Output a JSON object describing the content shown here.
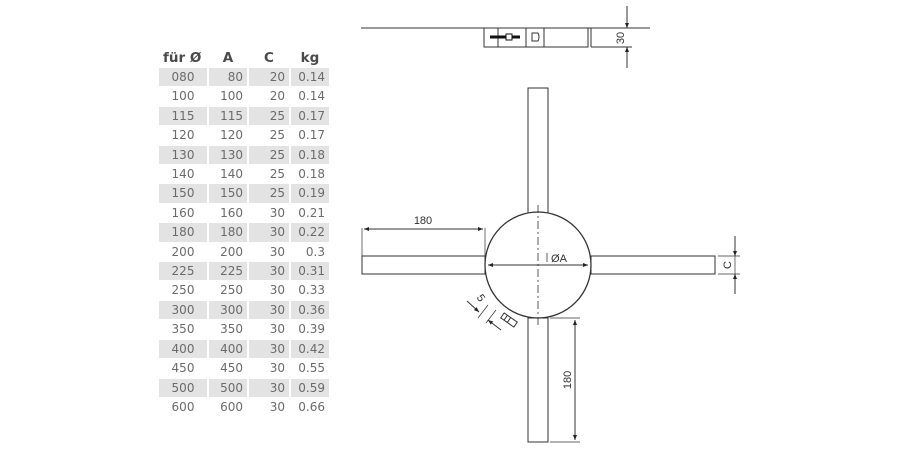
{
  "table": {
    "headers": {
      "diameter": "für Ø",
      "a": "A",
      "c": "C",
      "kg": "kg"
    },
    "rows": [
      {
        "diameter": "080",
        "a": "80",
        "c": "20",
        "kg": "0.14"
      },
      {
        "diameter": "100",
        "a": "100",
        "c": "20",
        "kg": "0.14"
      },
      {
        "diameter": "115",
        "a": "115",
        "c": "25",
        "kg": "0.17"
      },
      {
        "diameter": "120",
        "a": "120",
        "c": "25",
        "kg": "0.17"
      },
      {
        "diameter": "130",
        "a": "130",
        "c": "25",
        "kg": "0.18"
      },
      {
        "diameter": "140",
        "a": "140",
        "c": "25",
        "kg": "0.18"
      },
      {
        "diameter": "150",
        "a": "150",
        "c": "25",
        "kg": "0.19"
      },
      {
        "diameter": "160",
        "a": "160",
        "c": "30",
        "kg": "0.21"
      },
      {
        "diameter": "180",
        "a": "180",
        "c": "30",
        "kg": "0.22"
      },
      {
        "diameter": "200",
        "a": "200",
        "c": "30",
        "kg": "0.3"
      },
      {
        "diameter": "225",
        "a": "225",
        "c": "30",
        "kg": "0.31"
      },
      {
        "diameter": "250",
        "a": "250",
        "c": "30",
        "kg": "0.33"
      },
      {
        "diameter": "300",
        "a": "300",
        "c": "30",
        "kg": "0.36"
      },
      {
        "diameter": "350",
        "a": "350",
        "c": "30",
        "kg": "0.39"
      },
      {
        "diameter": "400",
        "a": "400",
        "c": "30",
        "kg": "0.42"
      },
      {
        "diameter": "450",
        "a": "450",
        "c": "30",
        "kg": "0.55"
      },
      {
        "diameter": "500",
        "a": "500",
        "c": "30",
        "kg": "0.59"
      },
      {
        "diameter": "600",
        "a": "600",
        "c": "30",
        "kg": "0.66"
      }
    ],
    "shaded_color": "#e3e3e3"
  },
  "drawing": {
    "side_view": {
      "height_dim": "30"
    },
    "top_view": {
      "arm_length_left": "180",
      "arm_length_bottom": "180",
      "inner_diameter_label": "ØA",
      "arm_width_label": "C",
      "gap_label": "5"
    },
    "line_color": "#333333"
  }
}
